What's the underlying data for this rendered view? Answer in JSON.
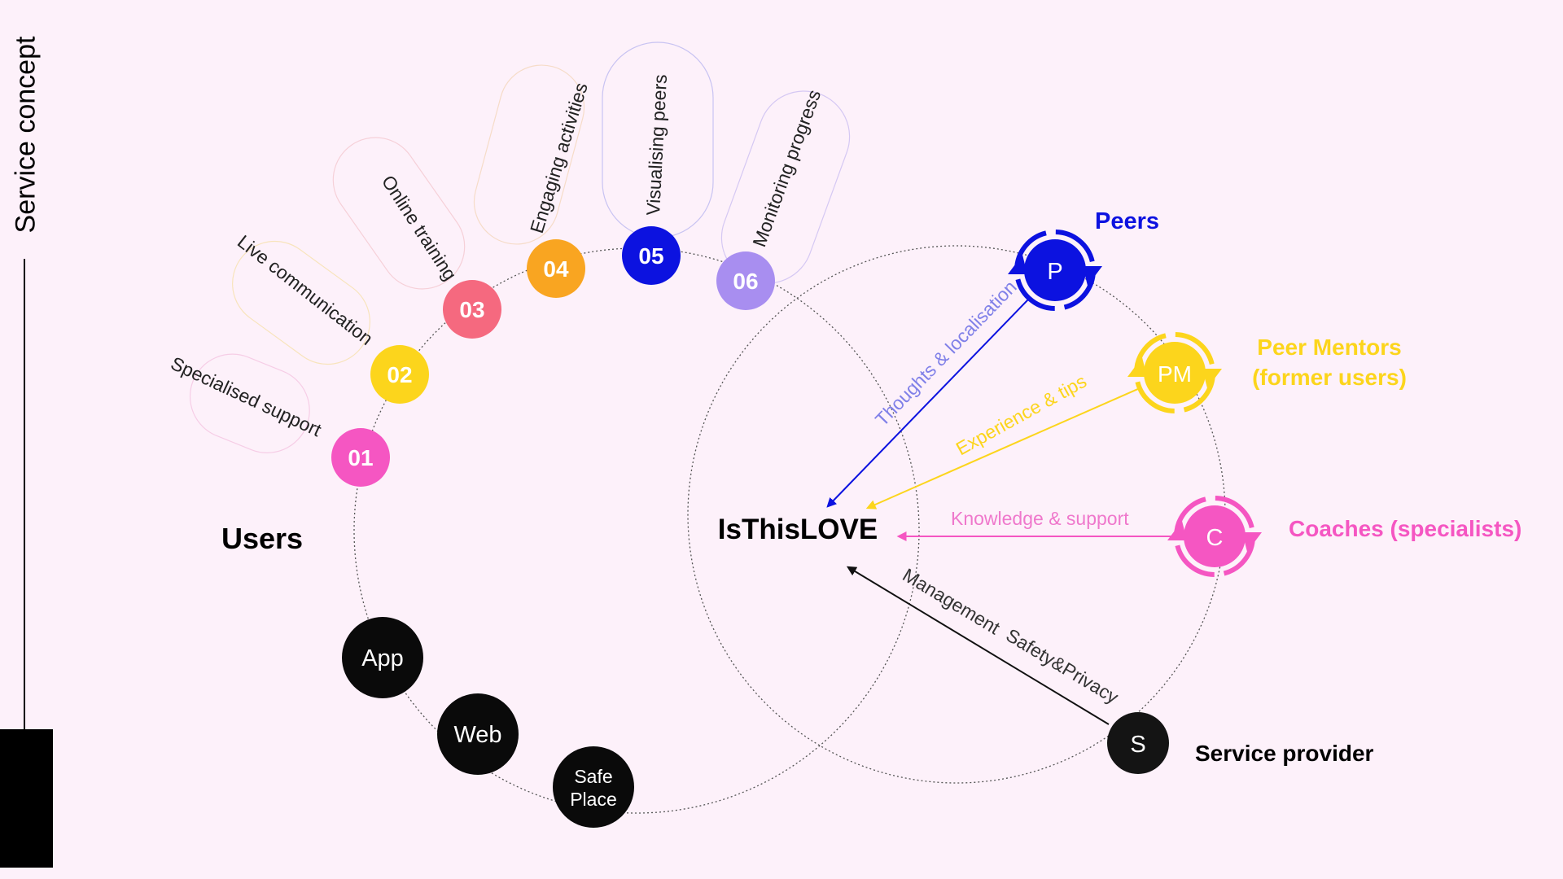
{
  "sidebar": {
    "title": "Service concept"
  },
  "users": {
    "label": "Users",
    "features": [
      {
        "number": "01",
        "label": "Specialised support",
        "color": "#f556c2"
      },
      {
        "number": "02",
        "label": "Live communication",
        "color": "#fcd51c"
      },
      {
        "number": "03",
        "label": "Online training",
        "color": "#f5697f"
      },
      {
        "number": "04",
        "label": "Engaging activities",
        "color": "#f9a521"
      },
      {
        "number": "05",
        "label": "Visualising peers",
        "color": "#0c12e0"
      },
      {
        "number": "06",
        "label": "Monitoring progress",
        "color": "#a88ef0"
      }
    ],
    "channels": [
      {
        "line1": "App",
        "line2": ""
      },
      {
        "line1": "Web",
        "line2": ""
      },
      {
        "line1": "Safe",
        "line2": "Place"
      }
    ]
  },
  "hub": {
    "label": "IsThisLOVE"
  },
  "stakeholders": {
    "peers": {
      "initials": "P",
      "label": "Peers",
      "flow": "Thoughts & localisation",
      "color": "#0c12e0",
      "flow_color": "#8080e8"
    },
    "mentors": {
      "initials": "PM",
      "label_line1": "Peer Mentors",
      "label_line2": "(former users)",
      "flow": "Experience & tips",
      "color": "#fcd51c"
    },
    "coaches": {
      "initials": "C",
      "label": "Coaches (specialists)",
      "flow": "Knowledge & support",
      "color": "#f556c2",
      "flow_color": "#ef78cc"
    },
    "provider": {
      "initials": "S",
      "label": "Service provider",
      "flow1": "Management",
      "flow2": "Safety&Privacy",
      "color": "#141414"
    }
  }
}
